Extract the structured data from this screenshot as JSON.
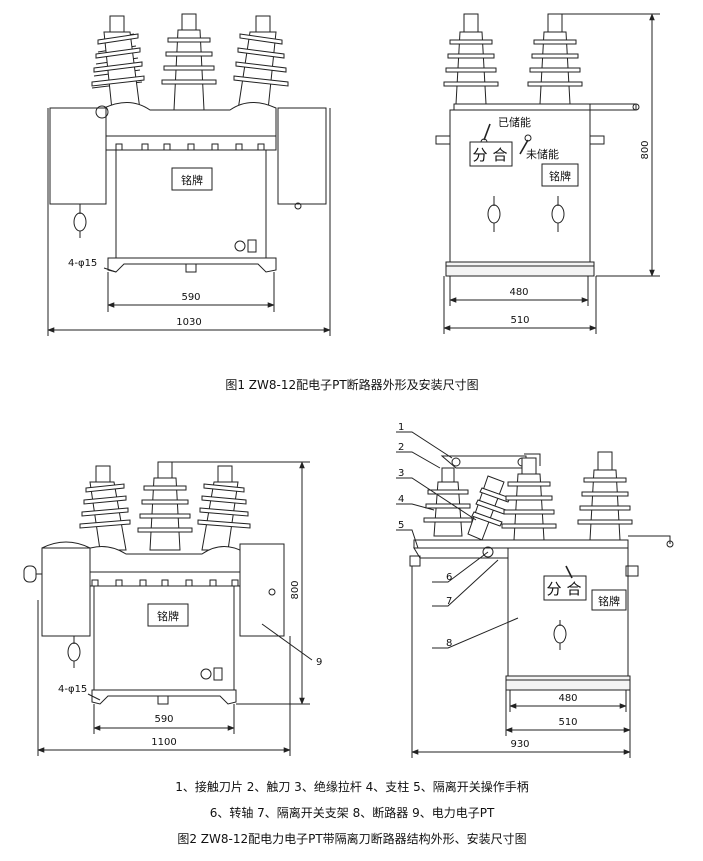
{
  "figure1": {
    "caption": "图1  ZW8-12配电子PT断路器外形及安装尺寸图",
    "front": {
      "nameplate": "铭牌",
      "holes": "4-φ15",
      "dim_inner": "590",
      "dim_outer": "1030"
    },
    "side": {
      "status_charged": "已储能",
      "status_uncharged": "未储能",
      "open_label": "分",
      "close_label": "合",
      "nameplate": "铭牌",
      "dim_inner": "480",
      "dim_outer": "510",
      "dim_height": "800"
    }
  },
  "figure2": {
    "caption": "图2  ZW8-12配电力电子PT带隔离刀断路器结构外形、安装尺寸图",
    "front": {
      "nameplate": "铭牌",
      "holes": "4-φ15",
      "dim_inner": "590",
      "dim_outer": "1100",
      "dim_height": "800",
      "callout_9": "9"
    },
    "side": {
      "open_label": "分",
      "close_label": "合",
      "nameplate": "铭牌",
      "dim_inner": "480",
      "dim_mid": "510",
      "dim_outer": "930",
      "callouts": [
        "1",
        "2",
        "3",
        "4",
        "5",
        "6",
        "7",
        "8"
      ]
    },
    "legend_line1": "1、接触刀片   2、触刀   3、绝缘拉杆    4、支柱    5、隔离开关操作手柄",
    "legend_line2": "6、转轴    7、隔离开关支架   8、断路器   9、电力电子PT"
  }
}
